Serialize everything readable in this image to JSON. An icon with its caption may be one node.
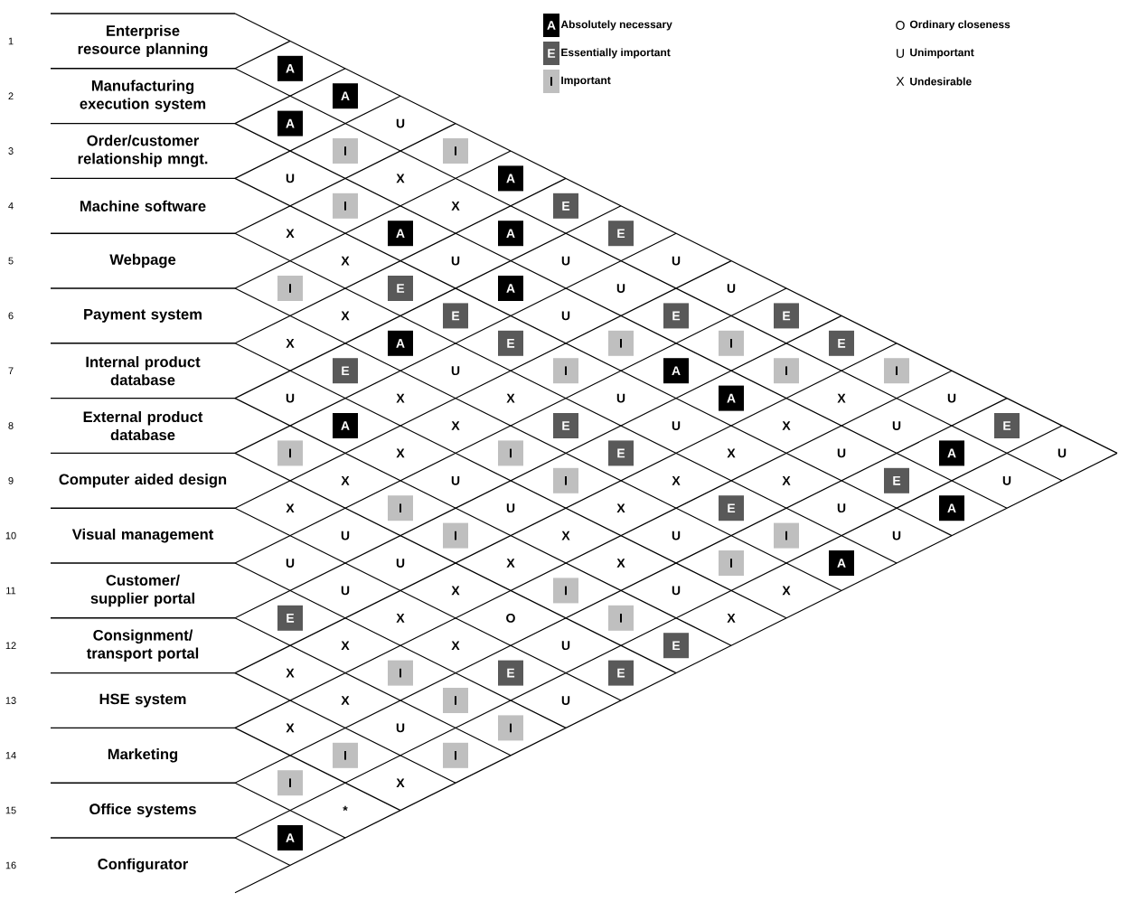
{
  "diagram": {
    "nodes": [
      {
        "text": [
          "Enterprise resource planning"
        ]
      },
      {
        "text": [
          "Manufacturing execution system"
        ]
      },
      {
        "text": [
          "Order/customer relationship mngt."
        ]
      },
      {
        "text": [
          "Machine software"
        ]
      },
      {
        "text": [
          "Webpage"
        ]
      },
      {
        "text": [
          "Payment system"
        ]
      },
      {
        "text": [
          "Internal product database"
        ]
      },
      {
        "text": [
          "External product database"
        ]
      },
      {
        "text": [
          "Computer aided design"
        ]
      },
      {
        "text": [
          "Visual management"
        ]
      },
      {
        "text": [
          "Customer/ supplier portal"
        ]
      },
      {
        "text": [
          "Consignment/ transport portal"
        ]
      },
      {
        "text": [
          "HSE system"
        ]
      },
      {
        "text": [
          "Marketing"
        ]
      },
      {
        "text": [
          "Office systems"
        ]
      },
      {
        "text": [
          "Configurator"
        ]
      },
      {
        "text": [
          "A"
        ]
      },
      {
        "text": [
          "A"
        ]
      },
      {
        "text": [
          "U"
        ]
      },
      {
        "text": [
          "I"
        ]
      },
      {
        "text": [
          "A"
        ]
      },
      {
        "text": [
          "E"
        ]
      },
      {
        "text": [
          "E"
        ]
      },
      {
        "text": [
          "U"
        ]
      },
      {
        "text": [
          "U"
        ]
      },
      {
        "text": [
          "E"
        ]
      },
      {
        "text": [
          "E"
        ]
      },
      {
        "text": [
          "I"
        ]
      },
      {
        "text": [
          "U"
        ]
      },
      {
        "text": [
          "E"
        ]
      },
      {
        "text": [
          "U"
        ]
      },
      {
        "text": [
          "A"
        ]
      },
      {
        "text": [
          "I"
        ]
      },
      {
        "text": [
          "X"
        ]
      },
      {
        "text": [
          "X"
        ]
      },
      {
        "text": [
          "A"
        ]
      },
      {
        "text": [
          "U"
        ]
      },
      {
        "text": [
          "U"
        ]
      },
      {
        "text": [
          "E"
        ]
      },
      {
        "text": [
          "I"
        ]
      },
      {
        "text": [
          "I"
        ]
      },
      {
        "text": [
          "X"
        ]
      },
      {
        "text": [
          "U"
        ]
      },
      {
        "text": [
          "A"
        ]
      },
      {
        "text": [
          "U"
        ]
      },
      {
        "text": [
          "U"
        ]
      },
      {
        "text": [
          "I"
        ]
      },
      {
        "text": [
          "A"
        ]
      },
      {
        "text": [
          "U"
        ]
      },
      {
        "text": [
          "A"
        ]
      },
      {
        "text": [
          "U"
        ]
      },
      {
        "text": [
          "I"
        ]
      },
      {
        "text": [
          "A"
        ]
      },
      {
        "text": [
          "A"
        ]
      },
      {
        "text": [
          "X"
        ]
      },
      {
        "text": [
          "U"
        ]
      },
      {
        "text": [
          "E"
        ]
      },
      {
        "text": [
          "A"
        ]
      },
      {
        "text": [
          "X"
        ]
      },
      {
        "text": [
          "X"
        ]
      },
      {
        "text": [
          "E"
        ]
      },
      {
        "text": [
          "E"
        ]
      },
      {
        "text": [
          "E"
        ]
      },
      {
        "text": [
          "I"
        ]
      },
      {
        "text": [
          "U"
        ]
      },
      {
        "text": [
          "U"
        ]
      },
      {
        "text": [
          "X"
        ]
      },
      {
        "text": [
          "X"
        ]
      },
      {
        "text": [
          "U"
        ]
      },
      {
        "text": [
          "U"
        ]
      },
      {
        "text": [
          "I"
        ]
      },
      {
        "text": [
          "X"
        ]
      },
      {
        "text": [
          "A"
        ]
      },
      {
        "text": [
          "U"
        ]
      },
      {
        "text": [
          "X"
        ]
      },
      {
        "text": [
          "E"
        ]
      },
      {
        "text": [
          "E"
        ]
      },
      {
        "text": [
          "X"
        ]
      },
      {
        "text": [
          "E"
        ]
      },
      {
        "text": [
          "I"
        ]
      },
      {
        "text": [
          "A"
        ]
      },
      {
        "text": [
          "X"
        ]
      },
      {
        "text": [
          "E"
        ]
      },
      {
        "text": [
          "X"
        ]
      },
      {
        "text": [
          "X"
        ]
      },
      {
        "text": [
          "I"
        ]
      },
      {
        "text": [
          "I"
        ]
      },
      {
        "text": [
          "X"
        ]
      },
      {
        "text": [
          "U"
        ]
      },
      {
        "text": [
          "I"
        ]
      },
      {
        "text": [
          "X"
        ]
      },
      {
        "text": [
          "U"
        ]
      },
      {
        "text": [
          "A"
        ]
      },
      {
        "text": [
          "X"
        ]
      },
      {
        "text": [
          "U"
        ]
      },
      {
        "text": [
          "U"
        ]
      },
      {
        "text": [
          "X"
        ]
      },
      {
        "text": [
          "X"
        ]
      },
      {
        "text": [
          "U"
        ]
      },
      {
        "text": [
          "X"
        ]
      },
      {
        "text": [
          "I"
        ]
      },
      {
        "text": [
          "X"
        ]
      },
      {
        "text": [
          "I"
        ]
      },
      {
        "text": [
          "I"
        ]
      },
      {
        "text": [
          "X"
        ]
      },
      {
        "text": [
          "I"
        ]
      },
      {
        "text": [
          "I"
        ]
      },
      {
        "text": [
          "E"
        ]
      },
      {
        "text": [
          "X"
        ]
      },
      {
        "text": [
          "U"
        ]
      },
      {
        "text": [
          "U"
        ]
      },
      {
        "text": [
          "X"
        ]
      },
      {
        "text": [
          "O"
        ]
      },
      {
        "text": [
          "U"
        ]
      },
      {
        "text": [
          "E"
        ]
      },
      {
        "text": [
          "U"
        ]
      },
      {
        "text": [
          "U"
        ]
      },
      {
        "text": [
          "X"
        ]
      },
      {
        "text": [
          "X"
        ]
      },
      {
        "text": [
          "E"
        ]
      },
      {
        "text": [
          "U"
        ]
      },
      {
        "text": [
          "E"
        ]
      },
      {
        "text": [
          "X"
        ]
      },
      {
        "text": [
          "I"
        ]
      },
      {
        "text": [
          "I"
        ]
      },
      {
        "text": [
          "I"
        ]
      },
      {
        "text": [
          "X"
        ]
      },
      {
        "text": [
          "X"
        ]
      },
      {
        "text": [
          "U"
        ]
      },
      {
        "text": [
          "I"
        ]
      },
      {
        "text": [
          "X"
        ]
      },
      {
        "text": [
          "I"
        ]
      },
      {
        "text": [
          "X"
        ]
      },
      {
        "text": [
          "I"
        ]
      },
      {
        "text": [
          "*"
        ]
      },
      {
        "text": [
          "A"
        ]
      }
    ],
    "labels": [
      "A",
      "E",
      "I",
      "O",
      "U",
      "X",
      "1",
      "2",
      "3",
      "4",
      "5",
      "6",
      "7",
      "8",
      "9",
      "10",
      "11",
      "12",
      "13",
      "14",
      "15",
      "16"
    ],
    "legend": [
      {
        "text": "Absolutely necessary",
        "color": "#000000"
      },
      {
        "text": "Essentially important",
        "color": "#595959"
      },
      {
        "text": "Important",
        "color": "#bfbfbf"
      },
      {
        "text": "Ordinary closeness"
      },
      {
        "text": "Unimportant"
      },
      {
        "text": "Undesirable"
      }
    ]
  }
}
